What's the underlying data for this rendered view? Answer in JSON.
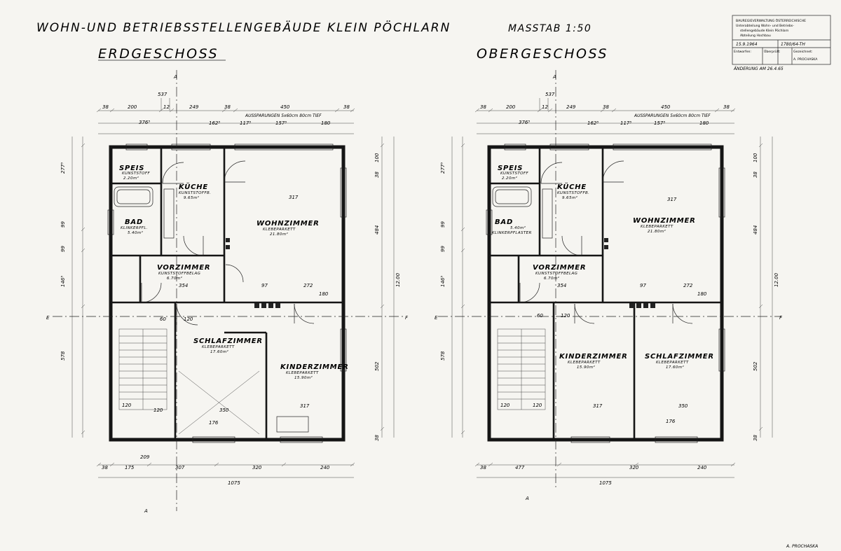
{
  "header": {
    "title": "WOHN-UND BETRIEBSSTELLENGEBÄUDE KLEIN PÖCHLARN",
    "scale": "MASSTAB 1:50"
  },
  "stamp": {
    "lines": [
      "BAUREGIEVERWALTUNG ÖSTERREICHISCHE",
      "Unterabteilung Wohn- und Betriebs-",
      "stellengebäude Klein Pöchlarn",
      "Abteilung Hochbau"
    ],
    "date": "15.9.1964",
    "number": "1780/64-TH",
    "label_drawn": "Entworfen:",
    "label_checked": "Überprüft:",
    "label_drawn_by": "Gezeichnet:",
    "drawn_by": "A. PROCHASKA",
    "amendment": "ÄNDERUNG AM 26.4.65"
  },
  "footer": {
    "signature": "A. PROCHASKA"
  },
  "section_labels": {
    "a": "A",
    "e": "E",
    "f": "F"
  },
  "ground_floor": {
    "label": "ERDGESCHOSS",
    "rooms": {
      "speis": {
        "name": "SPEIS",
        "floor": "KUNSTSTOFF",
        "area": "2.20m²"
      },
      "kuche": {
        "name": "KÜCHE",
        "floor": "KUNSTSTOFFB.",
        "area": "9.65m²"
      },
      "bad": {
        "name": "BAD",
        "floor": "KLINKERPFL.",
        "area": "5.40m²"
      },
      "vorzimmer": {
        "name": "VORZIMMER",
        "floor": "KUNSTSTOFFBELAG",
        "area": "6.70m²"
      },
      "wohnzimmer": {
        "name": "WOHNZIMMER",
        "floor": "KLEBEPARKETT",
        "area": "21.80m²"
      },
      "schlafzimmer": {
        "name": "SCHLAFZIMMER",
        "floor": "KLEBEPARKETT",
        "area": "17.60m²"
      },
      "kinderzimmer": {
        "name": "KINDERZIMMER",
        "floor": "KLEBEPARKETT",
        "area": "15.90m²"
      }
    },
    "dims": {
      "top_537": "537",
      "top_38a": "38",
      "top_200": "200",
      "top_12": "12",
      "top_249": "249",
      "top_38b": "38",
      "top_450": "450",
      "top_38c": "38",
      "sub_376": "376⁵",
      "sub_162": "162⁵",
      "sub_117": "117⁵",
      "sub_157": "157⁵",
      "sub_180": "180",
      "note": "AUSSPARUNGEN 5x60cm 80cm TIEF",
      "bot_38": "38",
      "bot_175": "175",
      "bot_307": "307",
      "bot_320": "320",
      "bot_240": "240",
      "bot_209": "209",
      "bot_1075": "1075",
      "left_277": "277⁵",
      "left_99a": "99",
      "left_99b": "99",
      "left_146": "146⁵",
      "left_578": "578",
      "right_100": "100",
      "right_484": "484",
      "right_1200": "12.00",
      "right_502": "502",
      "right_38a": "38",
      "right_38b": "38",
      "in_317": "317",
      "in_354": "354",
      "in_97": "97",
      "in_272": "272",
      "in_180": "180",
      "in_350": "350",
      "in_176": "176",
      "in_120a": "120",
      "in_120b": "120",
      "in_317b": "317",
      "in_60": "60",
      "in_120c": "120"
    }
  },
  "upper_floor": {
    "label": "OBERGESCHOSS",
    "rooms": {
      "speis": {
        "name": "SPEIS",
        "floor": "KUNSTSTOFF",
        "area": "2.20m²"
      },
      "kuche": {
        "name": "KÜCHE",
        "floor": "KUNSTSTOFFB.",
        "area": "9.65m²"
      },
      "bad": {
        "name": "BAD",
        "floor": "KLINKERPFLASTER",
        "area": "5.40m²"
      },
      "vorzimmer": {
        "name": "VORZIMMER",
        "floor": "KUNSTSTOFFBELAG",
        "area": "6.70m²"
      },
      "wohnzimmer": {
        "name": "WOHNZIMMER",
        "floor": "KLEBEPARKETT",
        "area": "21.80m²"
      },
      "kinderzimmer": {
        "name": "KINDERZIMMER",
        "floor": "KLEBEPARKETT",
        "area": "15.90m²"
      },
      "schlafzimmer": {
        "name": "SCHLAFZIMMER",
        "floor": "KLEBEPARKETT",
        "area": "17.60m²"
      }
    },
    "dims": {
      "top_537": "537",
      "top_38a": "38",
      "top_200": "200",
      "top_12": "12",
      "top_249": "249",
      "top_38b": "38",
      "top_450": "450",
      "top_38c": "38",
      "sub_376": "376⁵",
      "sub_162": "162⁵",
      "sub_117": "117⁵",
      "sub_157": "157⁵",
      "sub_180": "180",
      "note": "AUSSPARUNGEN 5x60cm 80cm TIEF",
      "bot_38": "38",
      "bot_477": "477",
      "bot_320": "320",
      "bot_240": "240",
      "bot_1075": "1075",
      "left_277": "277⁵",
      "left_99a": "99",
      "left_99b": "99",
      "left_146": "146⁵",
      "left_578": "578",
      "right_100": "100",
      "right_484": "484",
      "right_1200": "12.00",
      "right_502": "502",
      "right_38a": "38",
      "right_38b": "38",
      "in_317": "317",
      "in_354": "354",
      "in_97": "97",
      "in_272": "272",
      "in_180": "180",
      "in_350": "350",
      "in_176": "176",
      "in_120a": "120",
      "in_120b": "120",
      "in_317b": "317",
      "in_60": "60",
      "in_120c": "120"
    }
  }
}
